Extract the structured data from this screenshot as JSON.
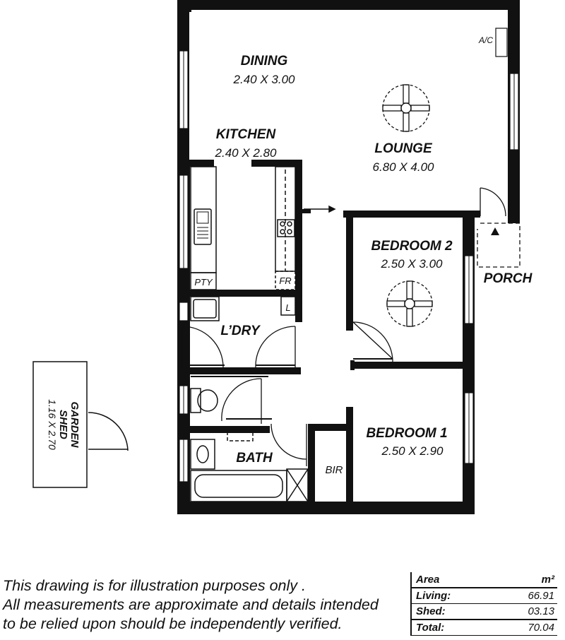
{
  "rooms": {
    "dining": {
      "name": "DINING",
      "dims": "2.40 X 3.00"
    },
    "kitchen": {
      "name": "KITCHEN",
      "dims": "2.40 X 2.80"
    },
    "lounge": {
      "name": "LOUNGE",
      "dims": "6.80 X 4.00"
    },
    "bedroom2": {
      "name": "BEDROOM 2",
      "dims": "2.50 X 3.00"
    },
    "bedroom1": {
      "name": "BEDROOM 1",
      "dims": "2.50 X 2.90"
    },
    "laundry": {
      "name": "L’DRY"
    },
    "bath": {
      "name": "BATH"
    },
    "porch": {
      "name": "PORCH"
    },
    "bir": {
      "name": "BIR"
    },
    "shed": {
      "name_line1": "GARDEN",
      "name_line2": "SHED",
      "dims": "1.16 X 2.70"
    }
  },
  "labels": {
    "ac": "A/C",
    "pantry": "PTY",
    "fridge": "FR",
    "laundry_tub": "L"
  },
  "disclaimer": {
    "line1": "This drawing is for illustration purposes only .",
    "line2": "All measurements are approximate and details intended",
    "line3": "to be relied upon should be independently verified."
  },
  "area_table": {
    "header_label": "Area",
    "header_unit": "m²",
    "rows": [
      {
        "label": "Living:",
        "value": "66.91"
      },
      {
        "label": "Shed:",
        "value": "03.13"
      },
      {
        "label": "Total:",
        "value": "70.04"
      }
    ]
  }
}
